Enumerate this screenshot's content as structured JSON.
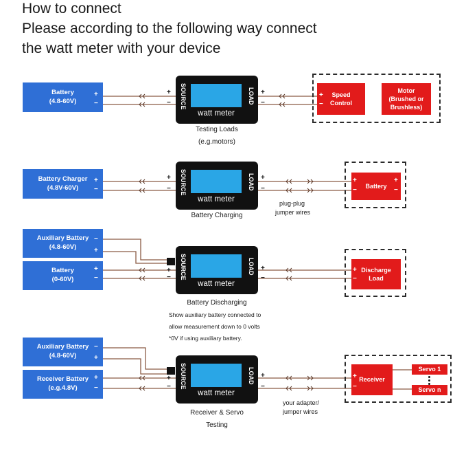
{
  "heading": {
    "line1": "How to connect",
    "line2": "Please according to the following way connect",
    "line3": "the watt meter with your device"
  },
  "meter": {
    "source_label": "SOURCE",
    "load_label": "LOAD",
    "display_label": "watt meter"
  },
  "signs": {
    "plus": "+",
    "minus": "−"
  },
  "scenarios": {
    "testing_loads": {
      "battery_line1": "Battery",
      "battery_line2": "(4.8-60V)",
      "speed_control_line1": "Speed",
      "speed_control_line2": "Control",
      "motor_line1": "Motor",
      "motor_line2": "(Brushed or",
      "motor_line3": "Brushless)",
      "caption_line1": "Testing Loads",
      "caption_line2": "(e.g.motors)"
    },
    "battery_charging": {
      "charger_line1": "Battery Charger",
      "charger_line2": "(4.8V-60V)",
      "battery": "Battery",
      "caption": "Battery Charging",
      "wire_note_line1": "plug-plug",
      "wire_note_line2": "jumper wires"
    },
    "battery_discharging": {
      "aux_line1": "Auxiliary Battery",
      "aux_line2": "(4.8-60V)",
      "battery_line1": "Battery",
      "battery_line2": "(0-60V)",
      "load_line1": "Discharge",
      "load_line2": "Load",
      "caption": "Battery Discharging",
      "note_line1": "Show auxiliary battery connected to",
      "note_line2": "allow measurement down to 0 volts",
      "note_line3": "*0V if using auxiliary battery."
    },
    "receiver_servo": {
      "aux_line1": "Auxiliary Battery",
      "aux_line2": "(4.8-60V)",
      "receiver_battery_line1": "Receiver Battery",
      "receiver_battery_line2": "(e.g.4.8V)",
      "receiver": "Receiver",
      "servo1": "Servo 1",
      "servo_n": "Servo n",
      "caption_line1": "Receiver & Servo",
      "caption_line2": "Testing",
      "wire_note_line1": "your adapter/",
      "wire_note_line2": "jumper wires"
    }
  }
}
